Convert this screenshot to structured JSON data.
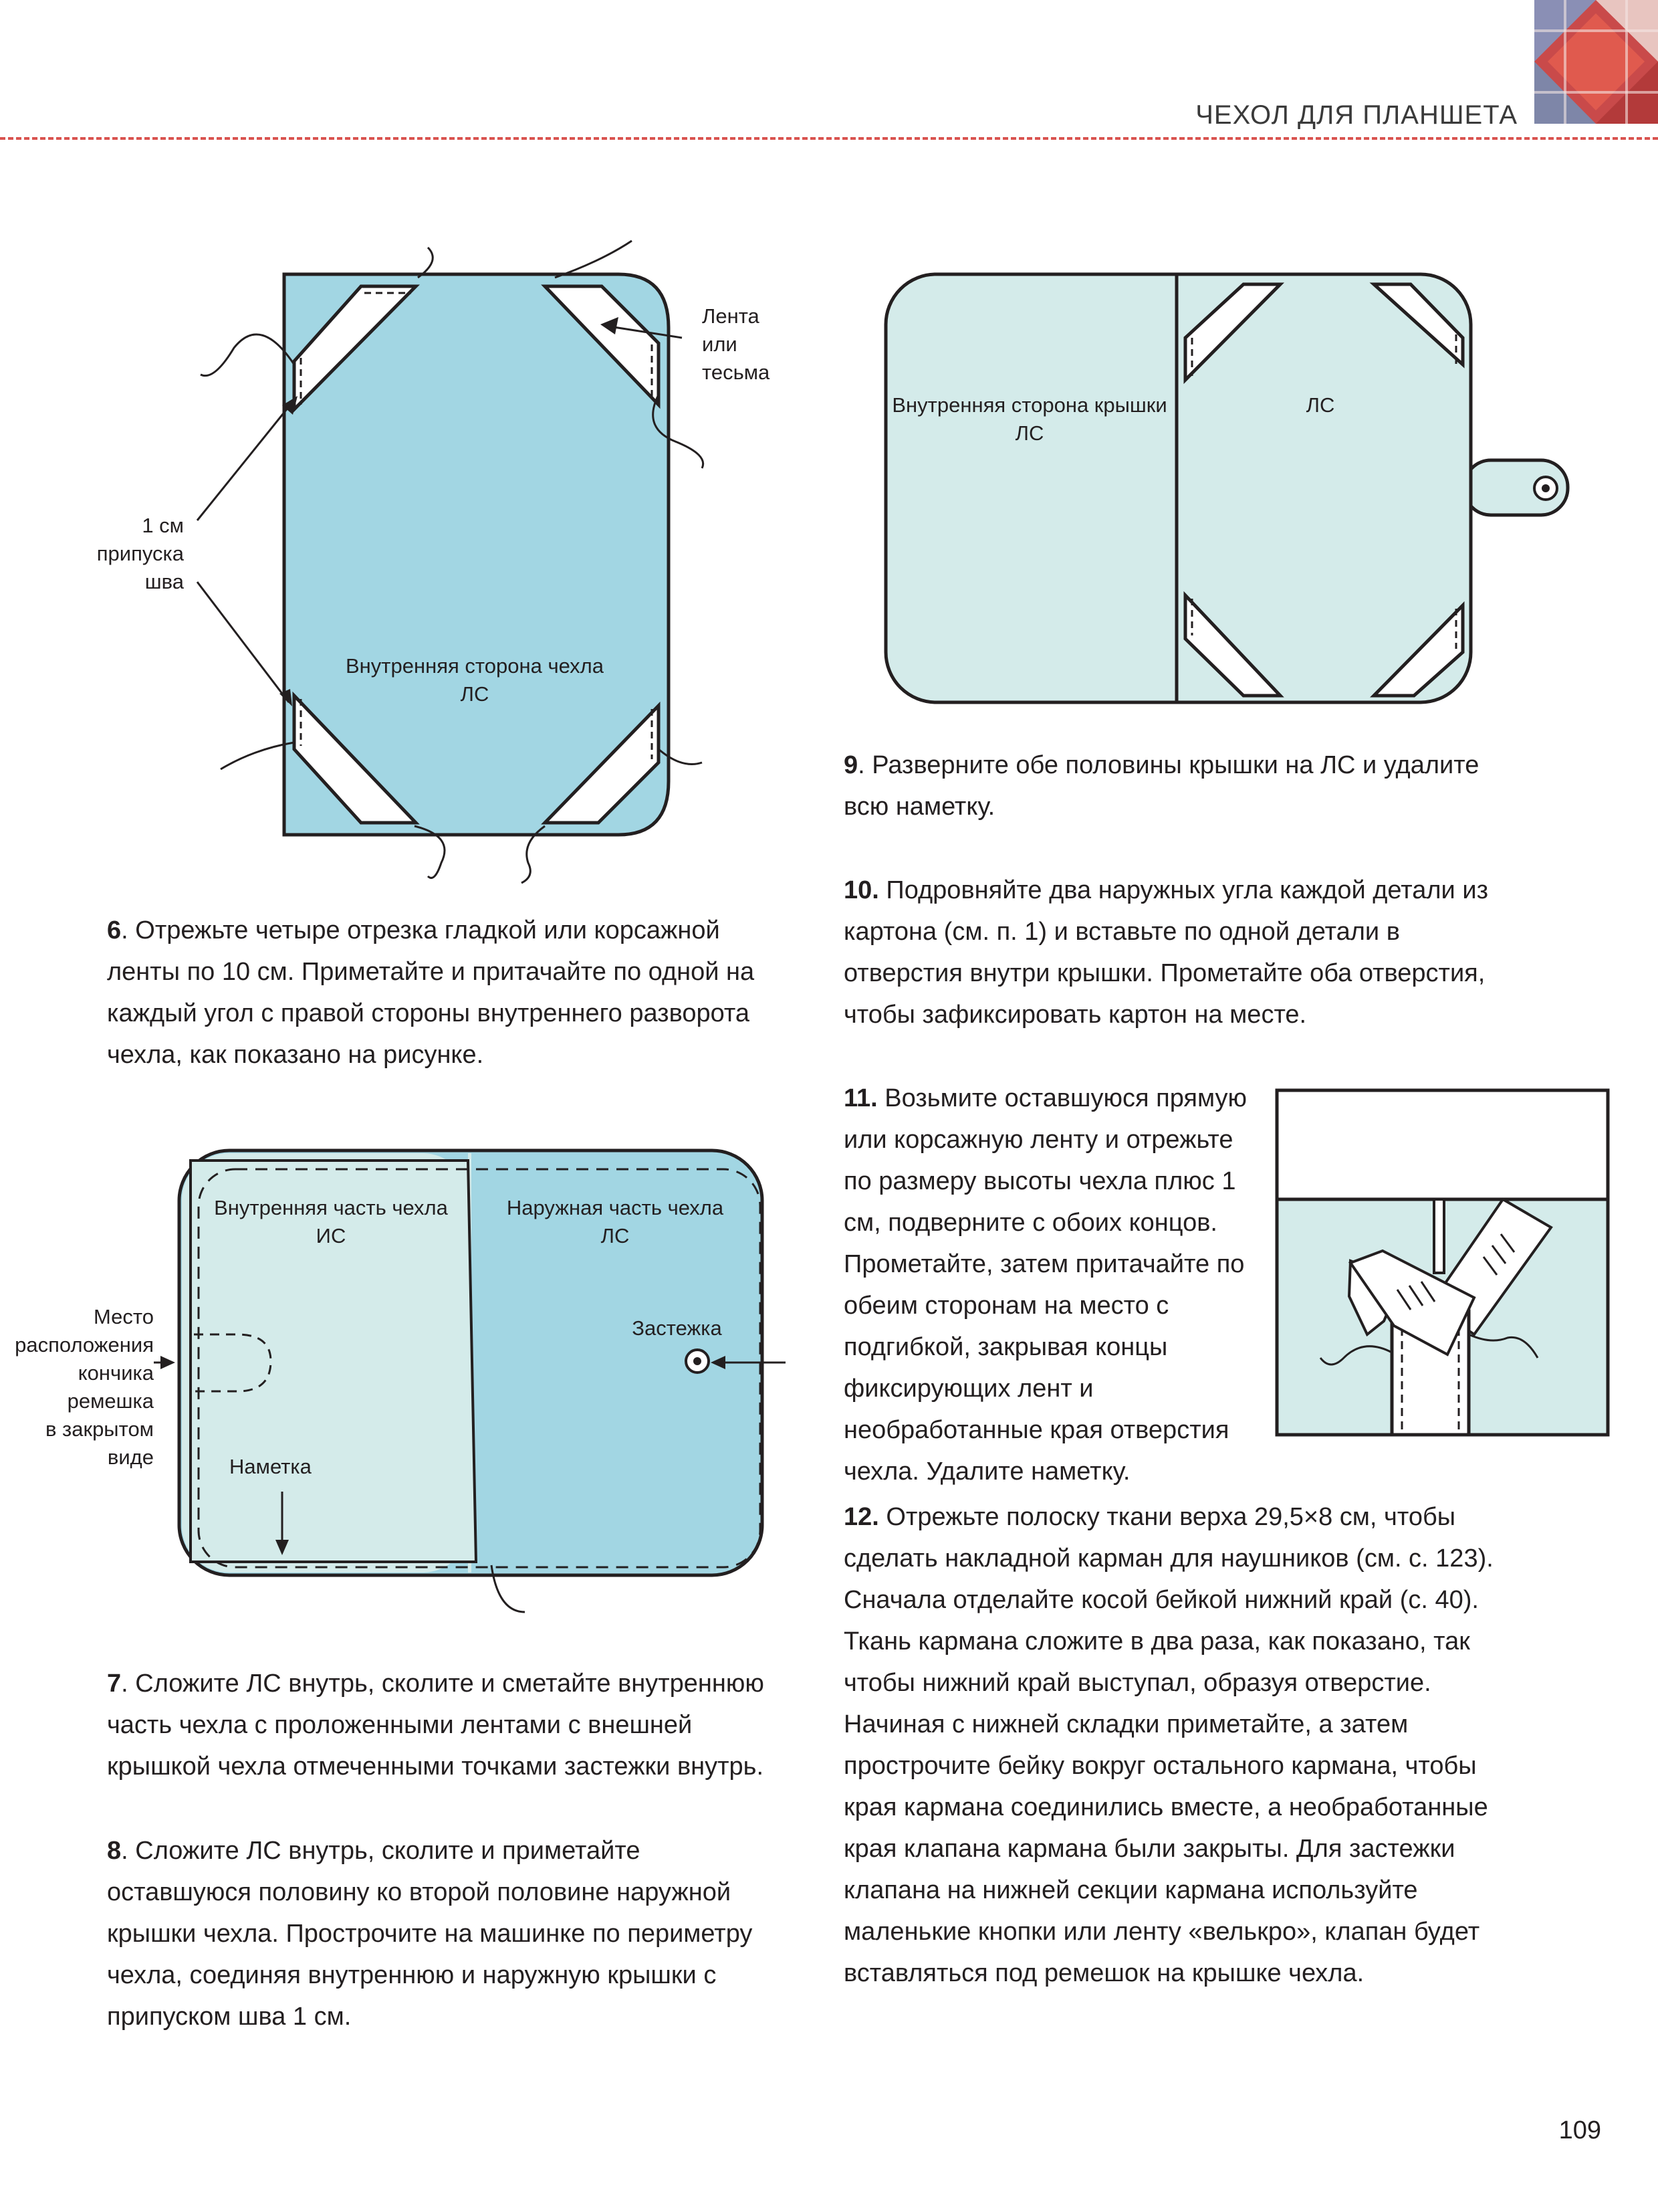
{
  "header": {
    "section_title": "ЧЕХОЛ ДЛЯ ПЛАНШЕТА"
  },
  "fig1": {
    "label_tape": "Лента\nили\nтесьма",
    "label_seam": "1 см\nприпуска\nшва",
    "label_center": "Внутренняя сторона чехла\nЛС"
  },
  "fig2": {
    "label_inner_cover": "Внутренняя сторона крышки\nЛС",
    "label_right": "ЛС"
  },
  "fig3": {
    "label_inner": "Внутренняя часть чехла\nИС",
    "label_outer": "Наружная часть чехла\nЛС",
    "label_place": "Место\nрасположения\nкончика\nремешка\nв закрытом\nвиде",
    "label_clasp": "Застежка",
    "label_basting": "Наметка"
  },
  "steps": {
    "s6_num": "6",
    "s6_text": ". Отрежьте четыре отрезка гладкой или корсажной ленты по 10 см. Приметайте и притачайте по одной на каждый угол с правой стороны внутреннего разворота чехла, как показано на рисунке.",
    "s7_num": "7",
    "s7_text": ". Сложите ЛС внутрь, сколите и сметайте внутреннюю часть чехла с проложенными лентами с внешней крышкой чехла отмеченными точками застежки внутрь.",
    "s8_num": "8",
    "s8_text": ". Сложите ЛС внутрь, сколите и приметайте оставшуюся половину ко второй половине наружной крышки чехла. Прострочите на машинке по периметру чехла, соединяя внутреннюю и наружную крышки с припуском шва 1 см.",
    "s9_num": "9",
    "s9_text": ". Разверните обе половины крышки на ЛС и удалите всю наметку.",
    "s10_num": "10.",
    "s10_text": " Подровняйте два наружных угла каждой детали из картона (см. п. 1) и вставьте по одной детали в отверстия внутри крышки. Прометайте оба отверстия, чтобы зафиксировать картон на месте.",
    "s11_num": "11.",
    "s11_text": " Возьмите оставшуюся прямую или корсажную ленту и отрежьте по размеру высоты чехла плюс 1 см, подверните с обоих концов. Прометайте, затем притачайте по обеим сторонам на место с подгибкой, закрывая концы фиксирующих лент и необработанные края отверстия чехла. Удалите наметку.",
    "s12_num": "12.",
    "s12_text": " Отрежьте полоску ткани верха 29,5×8 см, чтобы сделать накладной карман для наушников (см. с. 123). Сначала отделайте косой бейкой нижний край (с. 40). Ткань кармана сложите в два раза, как показано, так чтобы нижний край выступал, образуя отверстие. Начиная с нижней складки приметайте, а затем прострочите бейку вокруг остального кармана, чтобы края кармана соединились вместе, а необработанные края клапана кармана были закрыты. Для застежки клапана на нижней секции кармана используйте маленькие кнопки или ленту «велькро», клапан будет вставляться под ремешок на крышке чехла."
  },
  "page_number": "109",
  "colors": {
    "blue": "#a2d6e3",
    "pale": "#d4ebea",
    "accent_red": "#d9534f"
  }
}
